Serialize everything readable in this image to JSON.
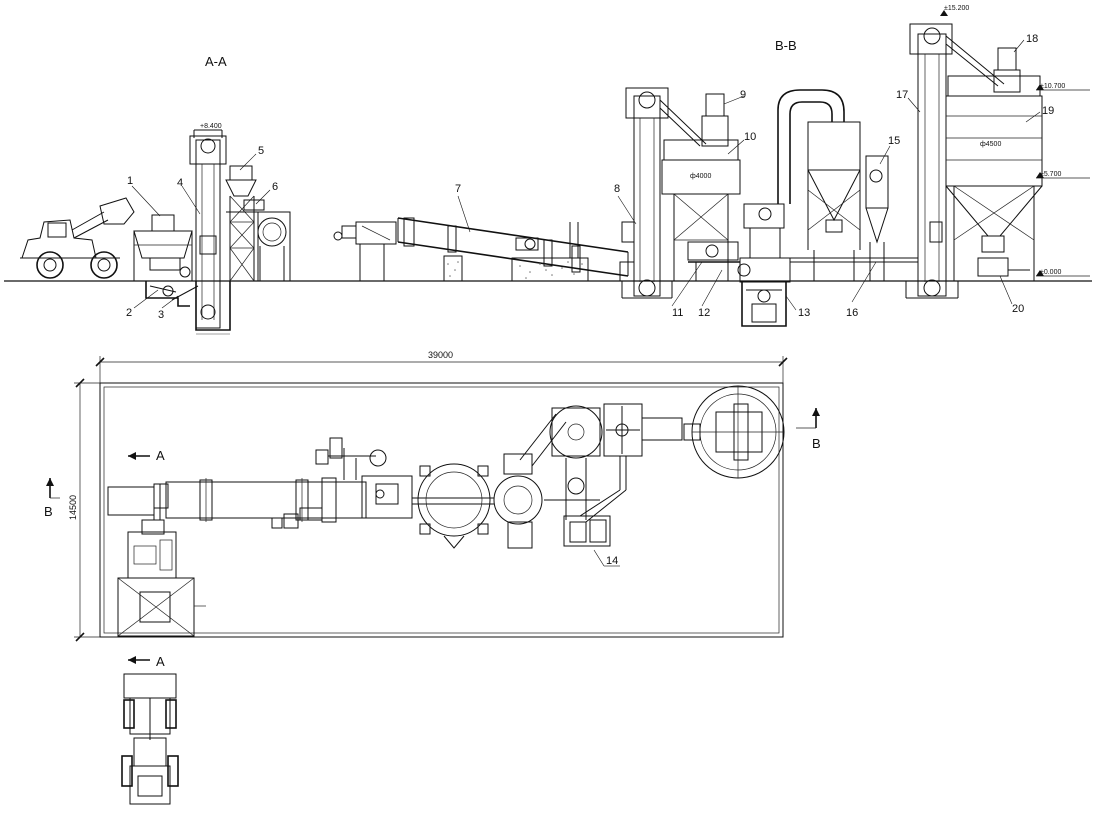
{
  "sections": {
    "aa": "A-A",
    "bb": "B-B"
  },
  "callouts": [
    "1",
    "2",
    "3",
    "4",
    "5",
    "6",
    "7",
    "8",
    "9",
    "10",
    "11",
    "12",
    "13",
    "14",
    "15",
    "16",
    "17",
    "18",
    "19",
    "20"
  ],
  "elevations": {
    "e_8400": "+8.400",
    "e_15200": "±15.200",
    "e_10700": "±10.700",
    "e_5700": "±5.700",
    "e_0000": "±0.000"
  },
  "diameters": {
    "d_4000": "ф4000",
    "d_4500": "ф4500"
  },
  "dimensions": {
    "length": "39000",
    "width": "14500"
  },
  "plan_markers": {
    "a_top": "A",
    "a_bottom": "A",
    "b_left": "B",
    "b_right": "B"
  }
}
